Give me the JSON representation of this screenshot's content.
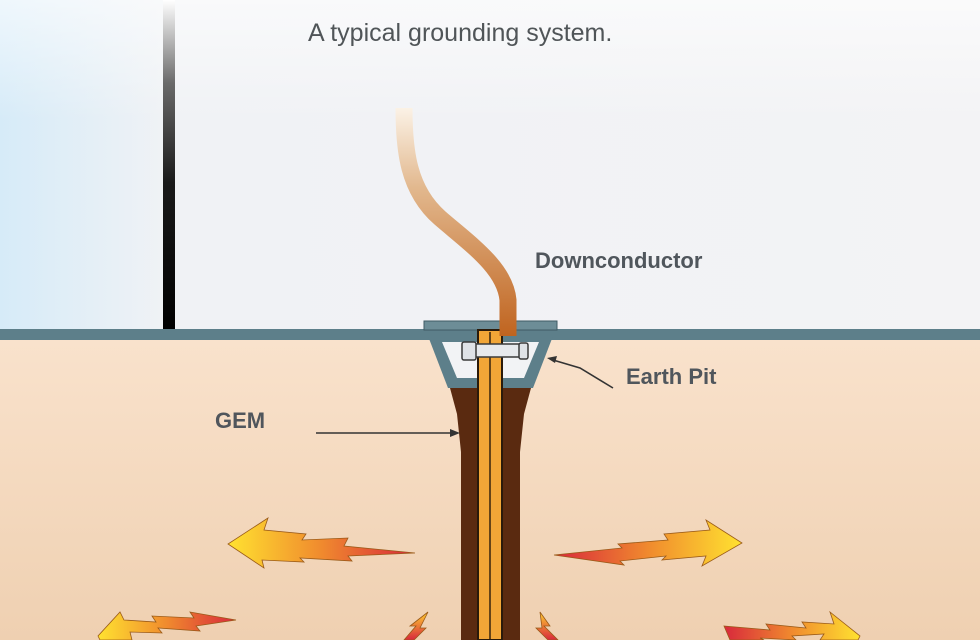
{
  "title": "A typical grounding system.",
  "labels": {
    "downconductor": "Downconductor",
    "earth_pit": "Earth Pit",
    "gem": "GEM"
  },
  "colors": {
    "sky": "#f2f3f5",
    "soil_top": "#f8e0c9",
    "soil_bottom": "#f0d2b4",
    "ground_line": "#5d7f8a",
    "pit_frame": "#5d7f8a",
    "gem_backfill": "#5a2a10",
    "electrode": "#f2a637",
    "downconductor": "#c06a24",
    "arrow_light": "#ffe230",
    "arrow_dark": "#d8283c"
  }
}
